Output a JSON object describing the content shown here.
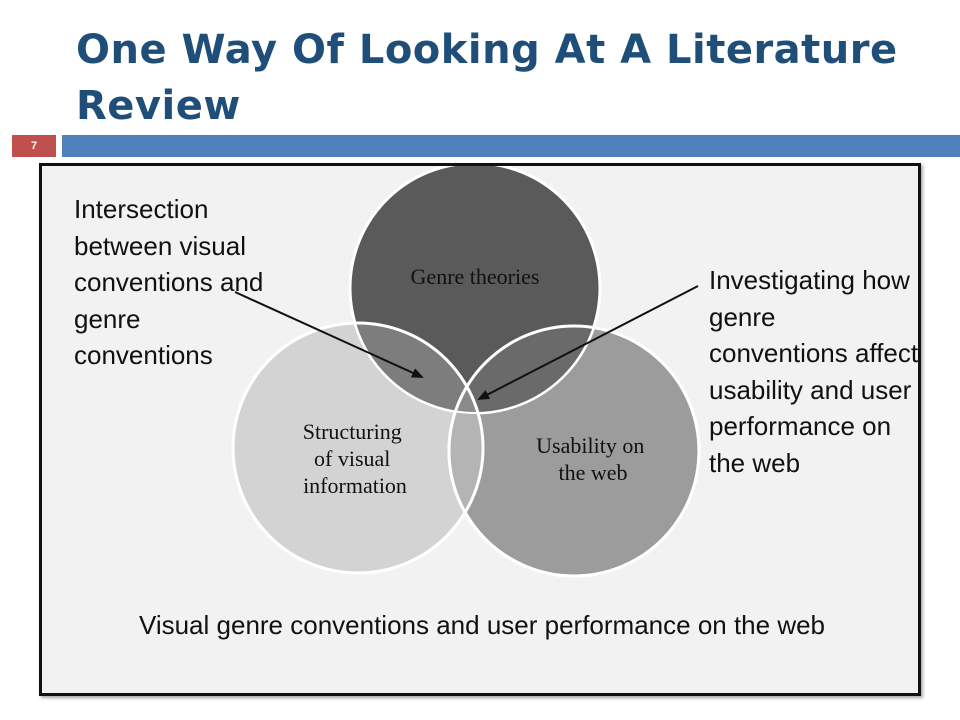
{
  "slide": {
    "title": "One Way Of Looking At A Literature Review",
    "number": "7",
    "accent_color": "#4f81bd",
    "number_badge_color": "#c0504d",
    "title_color": "#1f4e79"
  },
  "diagram": {
    "circles": [
      {
        "name": "Genre theories",
        "lines": [
          "Genre theories"
        ],
        "fill": "#5a5a5a"
      },
      {
        "name": "Structuring of visual information",
        "lines": [
          "Structuring",
          "of visual",
          "information"
        ],
        "fill": "#d3d3d3"
      },
      {
        "name": "Usability on the web",
        "lines": [
          "Usability on",
          "the web"
        ],
        "fill": "#9c9c9c"
      }
    ],
    "annotations": {
      "left": "Intersection between visual conventions and genre conventions",
      "right": "Investigating how genre conventions affect usability and user performance on the web"
    },
    "caption": "Visual genre conventions and user performance on the web"
  }
}
